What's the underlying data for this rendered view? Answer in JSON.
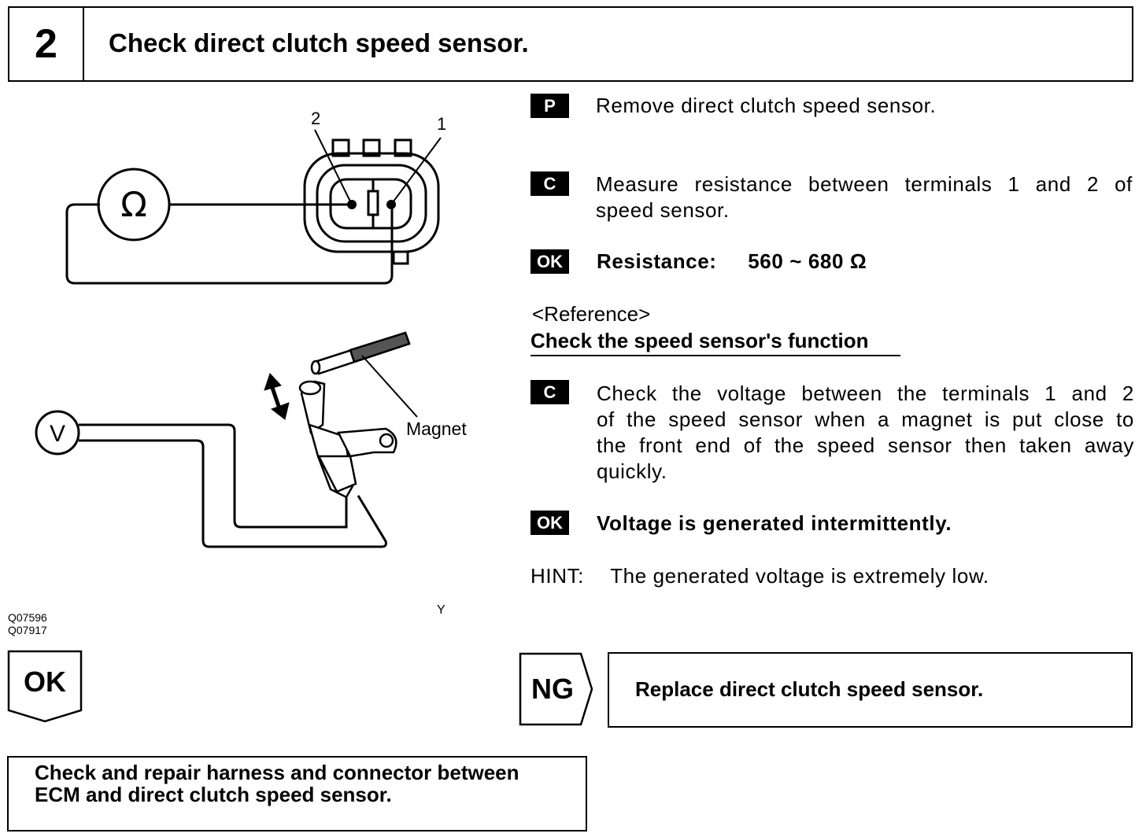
{
  "header": {
    "step_number": "2",
    "title": "Check direct clutch speed sensor."
  },
  "steps": [
    {
      "badge": "P",
      "text": "Remove direct clutch speed sensor."
    },
    {
      "badge": "C",
      "text_line1": "Measure resistance between terminals 1 and 2 of",
      "text_line2": "speed sensor."
    },
    {
      "badge": "OK",
      "label": "Resistance:",
      "value": "560 ~ 680 Ω"
    }
  ],
  "reference": {
    "title": "<Reference>",
    "subtitle": "Check the speed sensor's function"
  },
  "function_check": {
    "badge": "C",
    "lines": [
      "Check the voltage between the terminals 1 and 2",
      "of the speed sensor when a magnet is put close to",
      "the front end of the speed sensor then taken away",
      "quickly."
    ],
    "ok_badge": "OK",
    "ok_text": "Voltage is generated intermittently."
  },
  "hint": {
    "label": "HINT:",
    "text": "The generated voltage is extremely low."
  },
  "figure": {
    "terminal_2": "2",
    "terminal_1": "1",
    "ohm_symbol": "Ω",
    "volt_symbol": "V",
    "magnet_label": "Magnet",
    "y_mark": "Y",
    "codes": [
      "Q07596",
      "Q07917"
    ]
  },
  "flow": {
    "ok_label": "OK",
    "ng_label": "NG",
    "ng_action": "Replace direct clutch speed sensor.",
    "ok_action_line1": "Check and repair harness and connector between",
    "ok_action_line2": "ECM and direct clutch speed sensor."
  }
}
